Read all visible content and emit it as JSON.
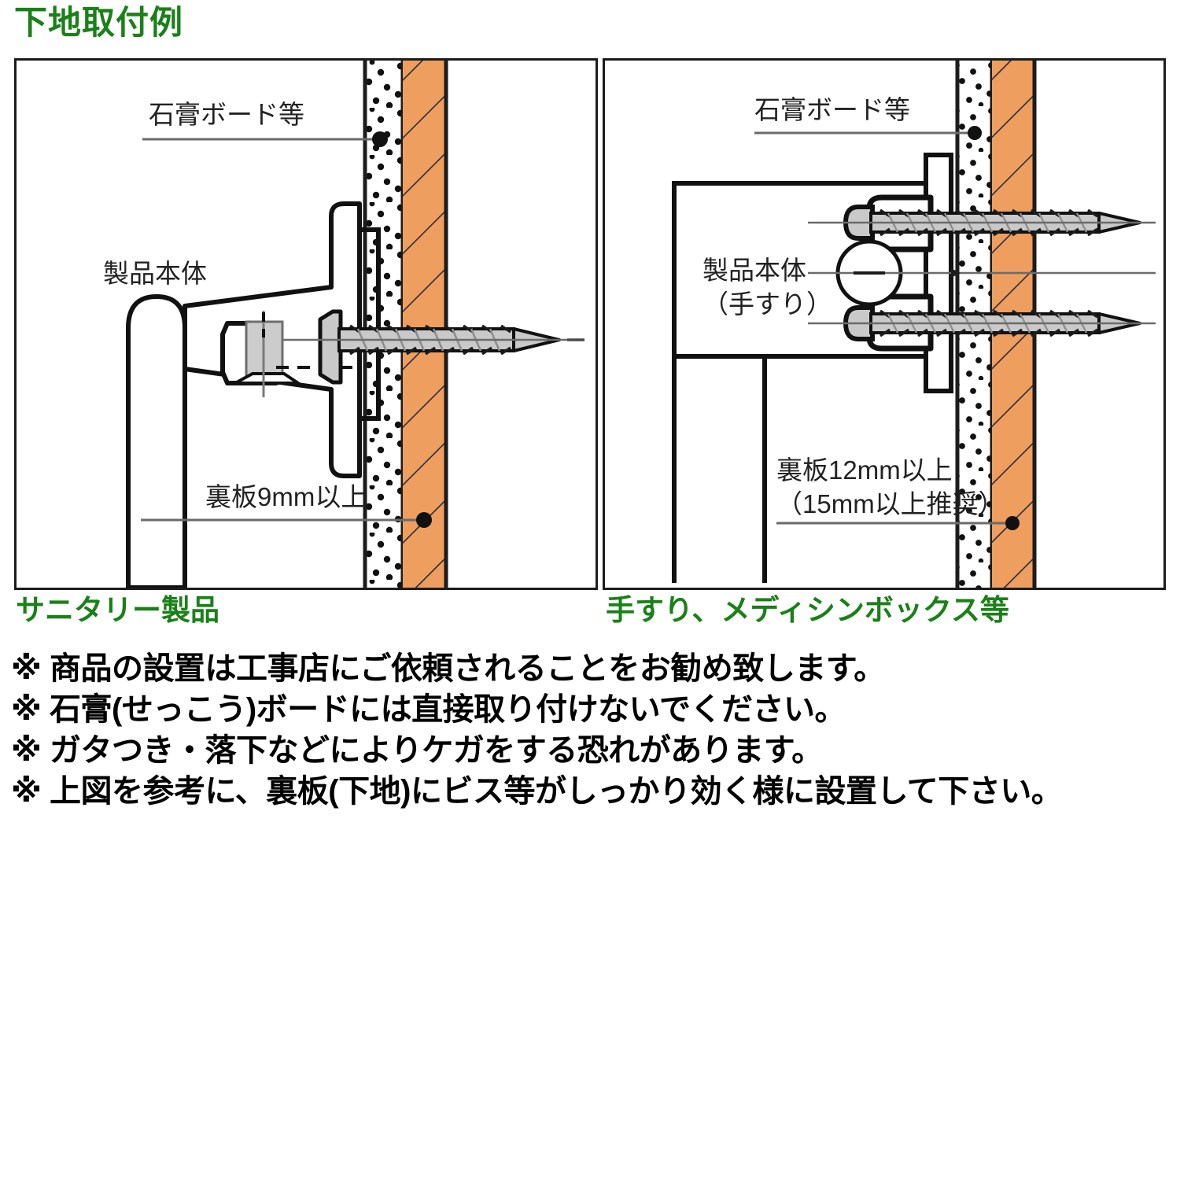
{
  "title": "下地取付例",
  "panels": {
    "left": {
      "name": "sanitary-product-diagram",
      "labels": {
        "board": "石膏ボード等",
        "product": "製品本体",
        "backing": "裏板9mm以上"
      },
      "caption": "サニタリー製品"
    },
    "right": {
      "name": "handrail-medicine-box-diagram",
      "labels": {
        "board": "石膏ボード等",
        "product_line1": "製品本体",
        "product_line2": "（手すり）",
        "backing_line1": "裏板12mm以上",
        "backing_line2": "（15mm以上推奨）"
      },
      "caption": "手すり、メディシンボックス等"
    }
  },
  "notes": [
    "※ 商品の設置は工事店にご依頼されることをお勧め致します。",
    "※ 石膏(せっこう)ボードには直接取り付けないでください。",
    "※ ガタつき・落下などによりケガをする恐れがあります。",
    "※ 上図を参考に、裏板(下地)にビス等がしっかり効く様に設置して下さい。"
  ],
  "colors": {
    "title_green": "#1a8018",
    "backing_orange": "#ee9e5e",
    "screw_grey": "#c9c9c9",
    "outline_black": "#1c1c1c",
    "leader_grey": "#6b6b6b"
  }
}
